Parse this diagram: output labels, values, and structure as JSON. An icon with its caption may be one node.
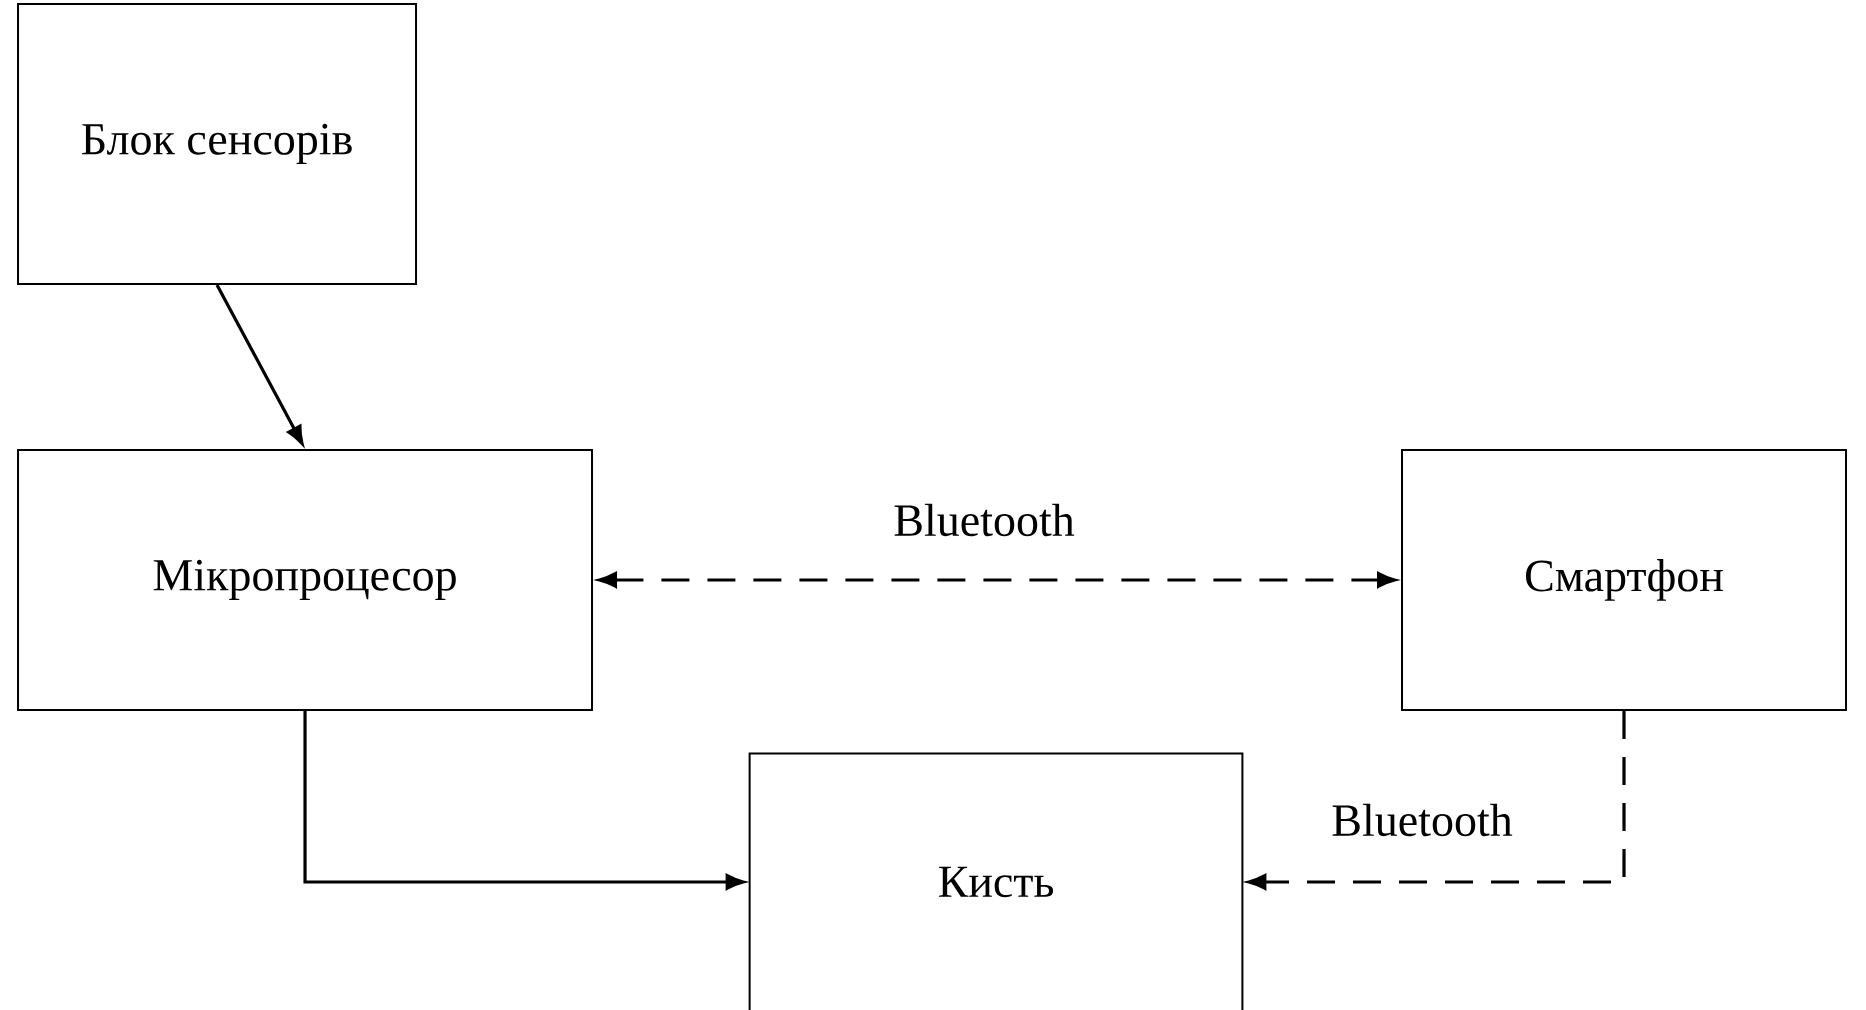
{
  "diagram": {
    "nodes": [
      {
        "text": [
          "Блок сенсорів"
        ]
      },
      {
        "text": [
          "Мікропроцесор"
        ]
      },
      {
        "text": [
          "Смартфон"
        ]
      },
      {
        "text": [
          "Кисть"
        ]
      }
    ],
    "edges": [
      {
        "from": 0,
        "to": 1,
        "arrow": "to"
      },
      {
        "from": 1,
        "to": 2,
        "arrow": "both",
        "style": "dashed",
        "label": "Bluetooth"
      },
      {
        "from": 1,
        "to": 3,
        "arrow": "to"
      },
      {
        "from": 2,
        "to": 3,
        "arrow": "to",
        "style": "dashed",
        "label": "Bluetooth"
      }
    ]
  }
}
